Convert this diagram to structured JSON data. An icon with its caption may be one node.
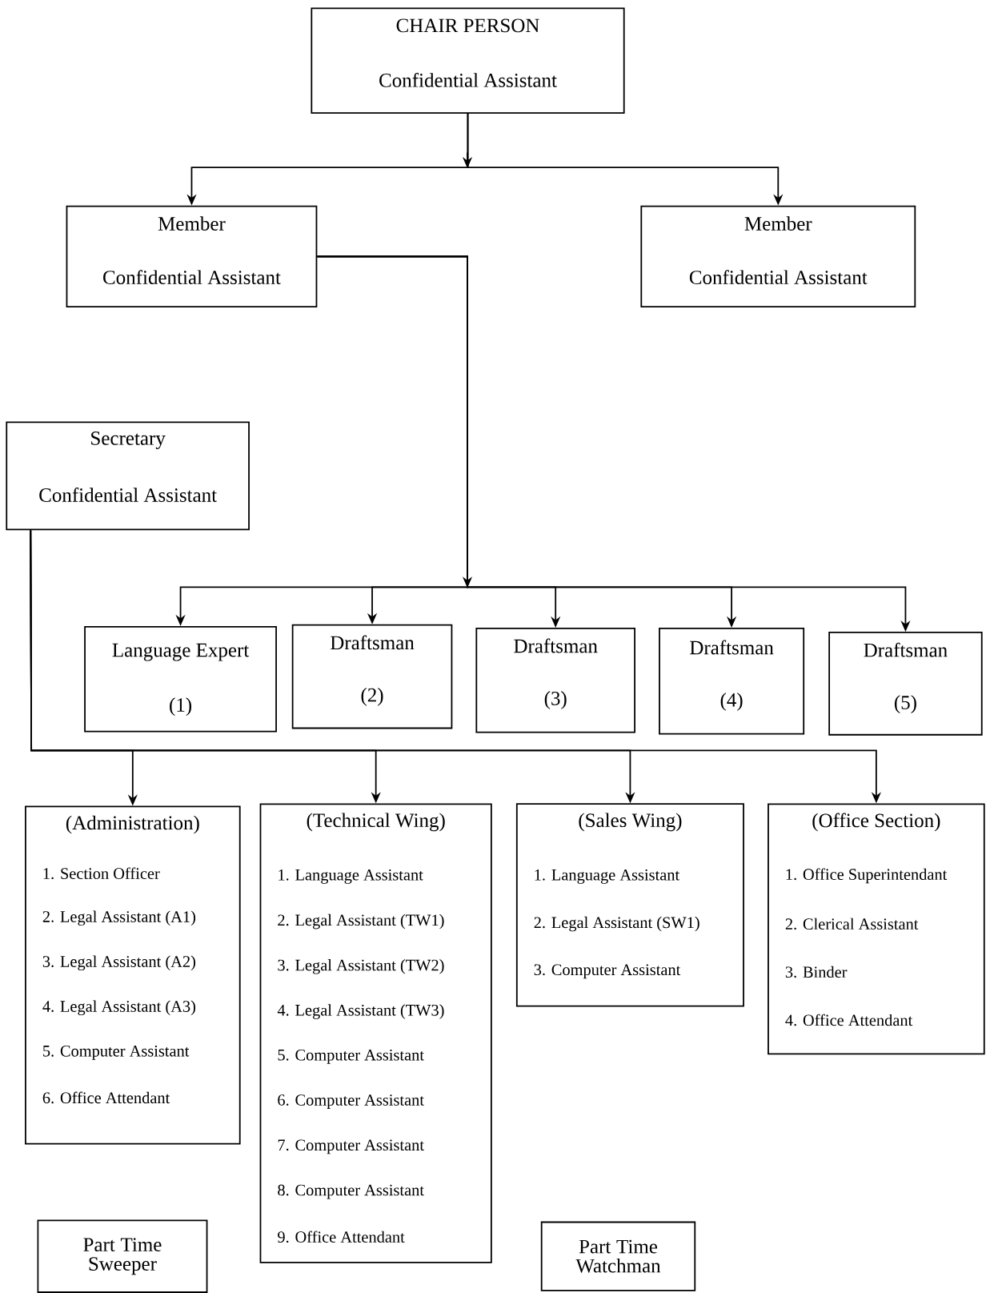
{
  "diagram": {
    "nodes": [
      {
        "text": [
          "CHAIR PERSON",
          "Confidential Assistant"
        ]
      },
      {
        "text": [
          "Member",
          "Confidential Assistant"
        ]
      },
      {
        "text": [
          "Member",
          "Confidential Assistant"
        ]
      },
      {
        "text": [
          "Secretary",
          "Confidential Assistant"
        ]
      },
      {
        "text": [
          "Language Expert",
          "(1)"
        ]
      },
      {
        "text": [
          "Draftsman",
          "(2)"
        ]
      },
      {
        "text": [
          "Draftsman",
          "(3)"
        ]
      },
      {
        "text": [
          "Draftsman",
          "(4)"
        ]
      },
      {
        "text": [
          "Draftsman",
          "(5)"
        ]
      },
      {
        "text": [
          "(Administration)",
          "1. Section Officer",
          "2. Legal Assistant (A1)",
          "3. Legal Assistant (A2)",
          "4. Legal Assistant (A3)",
          "5. Computer Assistant",
          "6. Office Attendant"
        ]
      },
      {
        "text": [
          "(Technical Wing)",
          "1. Language Assistant",
          "2. Legal Assistant (TW1)",
          "3. Legal Assistant (TW2)",
          "4. Legal Assistant (TW3)",
          "5. Computer Assistant",
          "6. Computer Assistant",
          "7. Computer Assistant",
          "8. Computer Assistant",
          "9. Office Attendant"
        ]
      },
      {
        "text": [
          "(Sales Wing)",
          "1. Language Assistant",
          "2. Legal Assistant (SW1)",
          "3. Computer Assistant"
        ]
      },
      {
        "text": [
          "(Office Section)",
          "1. Office Superintendant",
          "2. Clerical Assistant",
          "3. Binder",
          "4. Office Attendant"
        ]
      },
      {
        "text": [
          "Part Time Sweeper"
        ]
      },
      {
        "text": [
          "Part Time Watchman"
        ]
      }
    ],
    "edges": [
      {
        "from": 0,
        "to": 1,
        "arrow": "to"
      },
      {
        "from": 0,
        "to": 2,
        "arrow": "to"
      },
      {
        "from": 1,
        "to": 4,
        "arrow": "to"
      },
      {
        "from": 1,
        "to": 5,
        "arrow": "to"
      },
      {
        "from": 1,
        "to": 6,
        "arrow": "to"
      },
      {
        "from": 1,
        "to": 7,
        "arrow": "to"
      },
      {
        "from": 1,
        "to": 8,
        "arrow": "to"
      },
      {
        "from": 3,
        "to": 9,
        "arrow": "to"
      },
      {
        "from": 3,
        "to": 10,
        "arrow": "to"
      },
      {
        "from": 3,
        "to": 11,
        "arrow": "to"
      },
      {
        "from": 3,
        "to": 12,
        "arrow": "to"
      }
    ]
  }
}
